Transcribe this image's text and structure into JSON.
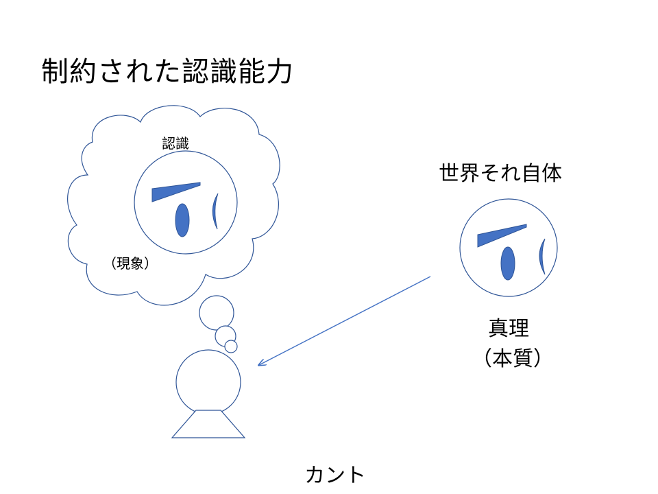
{
  "title": "制約された認識能力",
  "cognition_cloud": {
    "label_top": "認識",
    "label_bottom": "（現象）"
  },
  "world_itself": {
    "label": "世界それ自体",
    "truth": "真理",
    "essence": "（本質）"
  },
  "person": {
    "label": "カント"
  },
  "colors": {
    "stroke": "#2f5597",
    "glyph_fill": "#4472c4",
    "arrow": "#4472c4"
  },
  "icons": {
    "inner_glyph": "pi-glyph",
    "thought_bubbles": "thought-bubble-circles"
  }
}
